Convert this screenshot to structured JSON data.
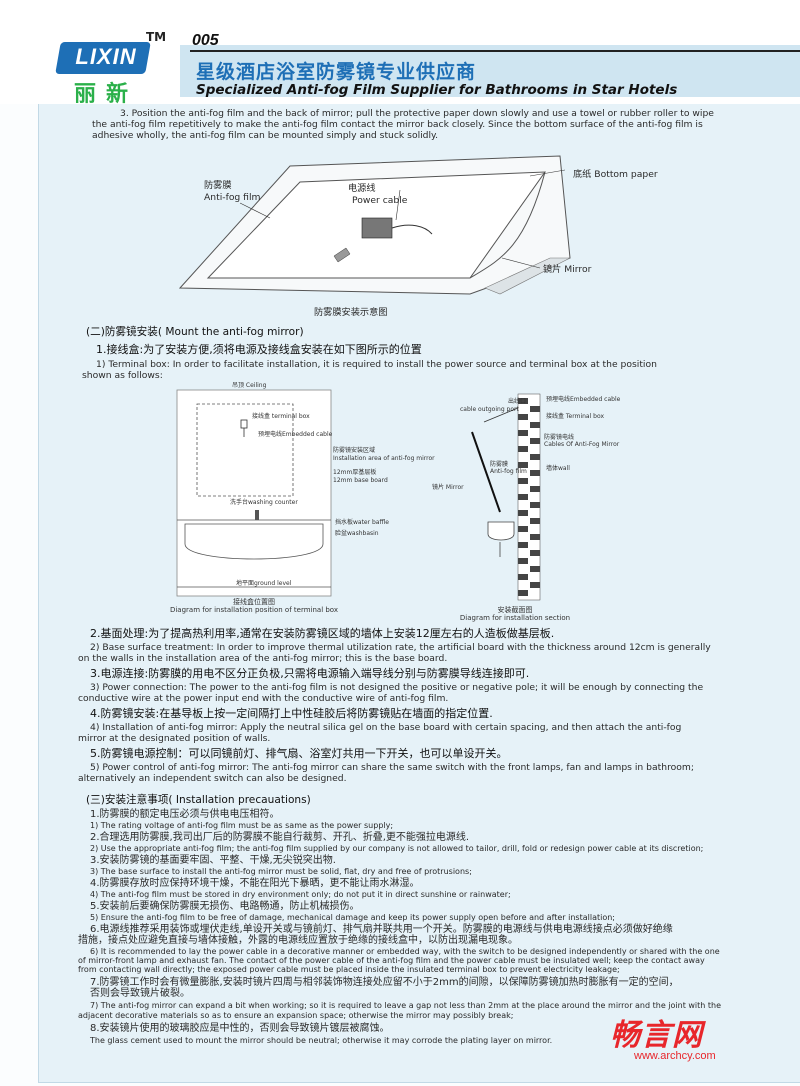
{
  "header": {
    "logo_text": "LIXIN",
    "logo_cn": "丽新",
    "tm": "TM",
    "page_number": "005",
    "title_cn": "星级酒店浴室防雾镜专业供应商",
    "title_en": "Specialized Anti-fog Film Supplier for Bathrooms in Star Hotels"
  },
  "step3": {
    "lines": [
      "3. Position the anti-fog film and the back of mirror; pull the protective paper down slowly and use a towel or rubber roller to wipe",
      "the anti-fog film repetitively to make the anti-fog film contact the mirror back closely. Since the bottom surface of the anti-fog film is",
      "adhesive wholly, the anti-fog film can be mounted simply and stuck solidly."
    ]
  },
  "diagram1": {
    "film_cn": "防雾膜",
    "film_en": "Anti-fog film",
    "cable_cn": "电源线",
    "cable_en": "Power cable",
    "bottom_paper": "底纸 Bottom paper",
    "mirror": "镜片 Mirror",
    "caption": "防雾膜安装示意图"
  },
  "section2": {
    "heading": "(二)防雾镜安装( Mount the anti-fog mirror)",
    "item1_cn": "1.接线盒:为了安装方便,须将电源及接线盒安装在如下图所示的位置",
    "item1_en": [
      "1) Terminal box: In order to facilitate installation, it is required to install the power source and terminal box at the position",
      "shown as follows:"
    ]
  },
  "diagram2": {
    "ceiling": "吊顶 Ceiling",
    "terminal_box": "接线盒 terminal box",
    "embedded_cable": "预埋电线Embedded cable",
    "install_area_cn": "防雾镜安装区域",
    "install_area_en": "Installation area of anti-fog mirror",
    "base_board_cn": "12mm厚基层板",
    "base_board_en": "12mm base board",
    "counter": "洗手台washing counter",
    "baffle": "挡水板water baffle",
    "washbasin": "脸盆washbasin",
    "ground": "地平面ground level",
    "caption_cn": "接线盒位置图",
    "caption_en": "Diagram for installation position of terminal box"
  },
  "diagram3": {
    "outlet_cn": "出线口",
    "outlet_en": "cable outgoing port",
    "embedded_cable": "预埋电线Embedded cable",
    "terminal_box": "接线盒 Terminal box",
    "cables_cn": "防雾镜电线",
    "cables_en": "Cables Of Anti-Fog Mirror",
    "film_cn": "防雾膜",
    "film_en": "Anti-fog film",
    "mirror": "镜片 Mirror",
    "wall": "墙体wall",
    "caption_cn": "安装截面图",
    "caption_en": "Diagram for installation section"
  },
  "steps": [
    {
      "cn": "2.基面处理:为了提高热利用率,通常在安装防雾镜区域的墙体上安装12厘左右的人造板做基层板.",
      "en": [
        "2) Base surface treatment: In order to improve thermal utilization rate, the artificial board with the thickness around 12cm is generally",
        "on the walls in the installation area of the anti-fog mirror; this is the base board."
      ]
    },
    {
      "cn": "3.电源连接:防雾膜的用电不区分正负极,只需将电源输入端导线分别与防雾膜导线连接即可.",
      "en": [
        "3) Power connection: The power to the anti-fog film is not designed the positive or negative pole; it will be enough by connecting the",
        "conductive wire at the power input end with the conductive wire of anti-fog film."
      ]
    },
    {
      "cn": "4.防雾镜安装:在基导板上按一定间隔打上中性硅胶后将防雾镜贴在墙面的指定位置.",
      "en": [
        "4) Installation of anti-fog mirror: Apply the neutral silica gel on the base board with certain spacing, and then attach the anti-fog",
        "mirror at the designated position of walls."
      ]
    },
    {
      "cn": "5.防雾镜电源控制：可以同镜前灯、排气扇、浴室灯共用一下开关，也可以单设开关。",
      "en": [
        "5) Power control of anti-fog mirror: The anti-fog mirror can share the same switch with the front lamps, fan and lamps in bathroom;",
        "alternatively an independent switch can also be designed."
      ]
    }
  ],
  "section3": {
    "heading": "(三)安装注意事项( Installation precauations)",
    "items": [
      {
        "cn": [
          "1.防雾膜的额定电压必须与供电电压相符。"
        ],
        "en": [
          "1) The rating voltage of anti-fog film must be as same as the power supply;"
        ]
      },
      {
        "cn": [
          "2.合理选用防雾膜,我司出厂后的防雾膜不能自行裁剪、开孔、折叠,更不能强拉电源线."
        ],
        "en": [
          "2) Use the appropriate anti-fog film; the anti-fog film supplied by our company is not allowed to tailor, drill, fold or redesign power cable at its discretion;"
        ]
      },
      {
        "cn": [
          "3.安装防雾镜的基面要牢固、平整、干燥,无尖锐突出物."
        ],
        "en": [
          "3) The base surface to install the anti-fog mirror must be solid, flat, dry and free of protrusions;"
        ]
      },
      {
        "cn": [
          "4.防雾膜存放时应保持环境干燥，不能在阳光下暴晒，更不能让雨水淋湿。"
        ],
        "en": [
          "4) The anti-fog film must be stored in dry environment only; do not put it in direct sunshine or rainwater;"
        ]
      },
      {
        "cn": [
          "5.安装前后要确保防雾膜无损伤、电路畅通，防止机械损伤。"
        ],
        "en": [
          "5) Ensure the anti-fog film to be free of damage, mechanical damage and keep its power supply open before and after installation;"
        ]
      },
      {
        "cn": [
          "6.电源线推荐采用装饰或埋伏走线,单设开关或与镜前灯、排气扇并联共用一个开关。防雾膜的电源线与供电电源线接点必须做好绝缘",
          "措施，接点处应避免直接与墙体接触，外露的电源线应置放于绝缘的接线盒中，以防出现漏电现象。"
        ],
        "en": [
          "6) It is recommended to lay the power cable in a decorative manner or embedded way, with the switch to be designed independently or shared with the one",
          "of mirror-front lamp and exhaust fan. The contact of the power cable of the anti-fog film and the power cable must be insulated well; keep the contact away",
          "from contacting wall directly; the exposed power cable must be placed inside the insulated terminal box to prevent electricity leakage;"
        ]
      },
      {
        "cn": [
          "7.防雾镜工作时会有微量膨胀,安装时镜片四周与相邻装饰物连接处应留不小于2mm的间隙，以保障防雾镜加热时膨胀有一定的空间，",
          "否则会导致镜片破裂。"
        ],
        "en": [
          "7) The anti-fog mirror can expand a bit when working; so it is required to leave a gap not less than 2mm at the place around the mirror and the joint with the",
          "adjacent decorative materials so as to ensure an expansion space; otherwise the mirror may possibly break;"
        ]
      },
      {
        "cn": [
          "8.安装镜片使用的玻璃胶应是中性的，否则会导致镜片镀层被腐蚀。"
        ],
        "en": [
          "The glass cement used to mount the mirror should be neutral; otherwise it may corrode the plating layer on mirror."
        ]
      }
    ]
  },
  "watermark": {
    "cn": "畅言网",
    "url": "www.archcy.com"
  },
  "colors": {
    "brand_blue": "#1e6fb6",
    "brand_green": "#2bb04a",
    "panel_bg": "#e6f2f8",
    "watermark_red": "#e8262b"
  }
}
